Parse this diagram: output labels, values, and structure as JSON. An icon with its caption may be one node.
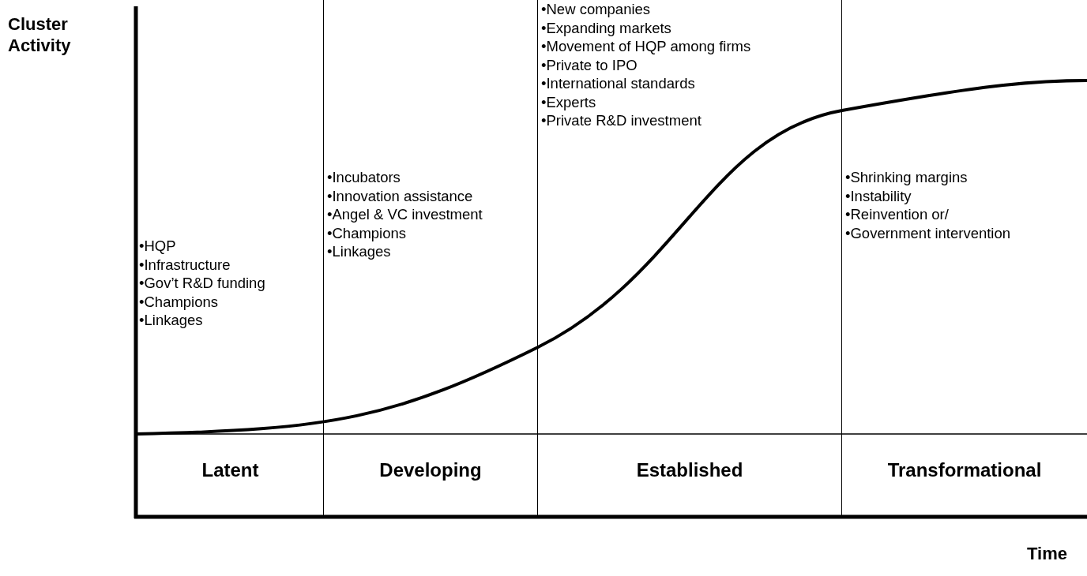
{
  "diagram": {
    "nodes": [
      {
        "text": [
          "•HQP",
          "•Infrastructure",
          "•Gov’t R&D funding",
          "•Champions",
          "•Linkages",
          "Latent"
        ]
      },
      {
        "text": [
          "•Incubators",
          "•Innovation assistance",
          "•Angel & VC investment",
          "•Champions",
          "•Linkages",
          "Developing"
        ]
      },
      {
        "text": [
          "•New companies",
          "•Expanding markets",
          "•Movement of HQP among firms",
          "•Private to IPO",
          "•International standards",
          "•Experts",
          "•Private R&D investment",
          "Established"
        ]
      },
      {
        "text": [
          "•Shrinking margins",
          "•Instability",
          "•Reinvention or/",
          "•Government intervention",
          "Transformational"
        ]
      }
    ],
    "labels": [
      "Cluster Activity",
      "Time"
    ]
  }
}
